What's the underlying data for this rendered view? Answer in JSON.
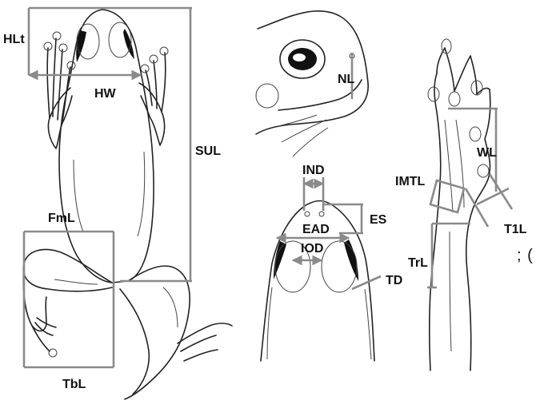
{
  "figure": {
    "labels": {
      "hlt": "HLt",
      "hw": "HW",
      "sul": "SUL",
      "fml": "FmL",
      "tbl": "TbL",
      "nl": "NL",
      "ind": "IND",
      "es": "ES",
      "ead": "EAD",
      "iod": "IOD",
      "td": "TD",
      "wl": "WL",
      "imtl": "IMTL",
      "t1l": "T1L",
      "trl": "TrL"
    },
    "edge_fragment": "; ("
  },
  "colors": {
    "ink": "#222222",
    "measure": "#8a8a8a",
    "background": "#ffffff"
  }
}
